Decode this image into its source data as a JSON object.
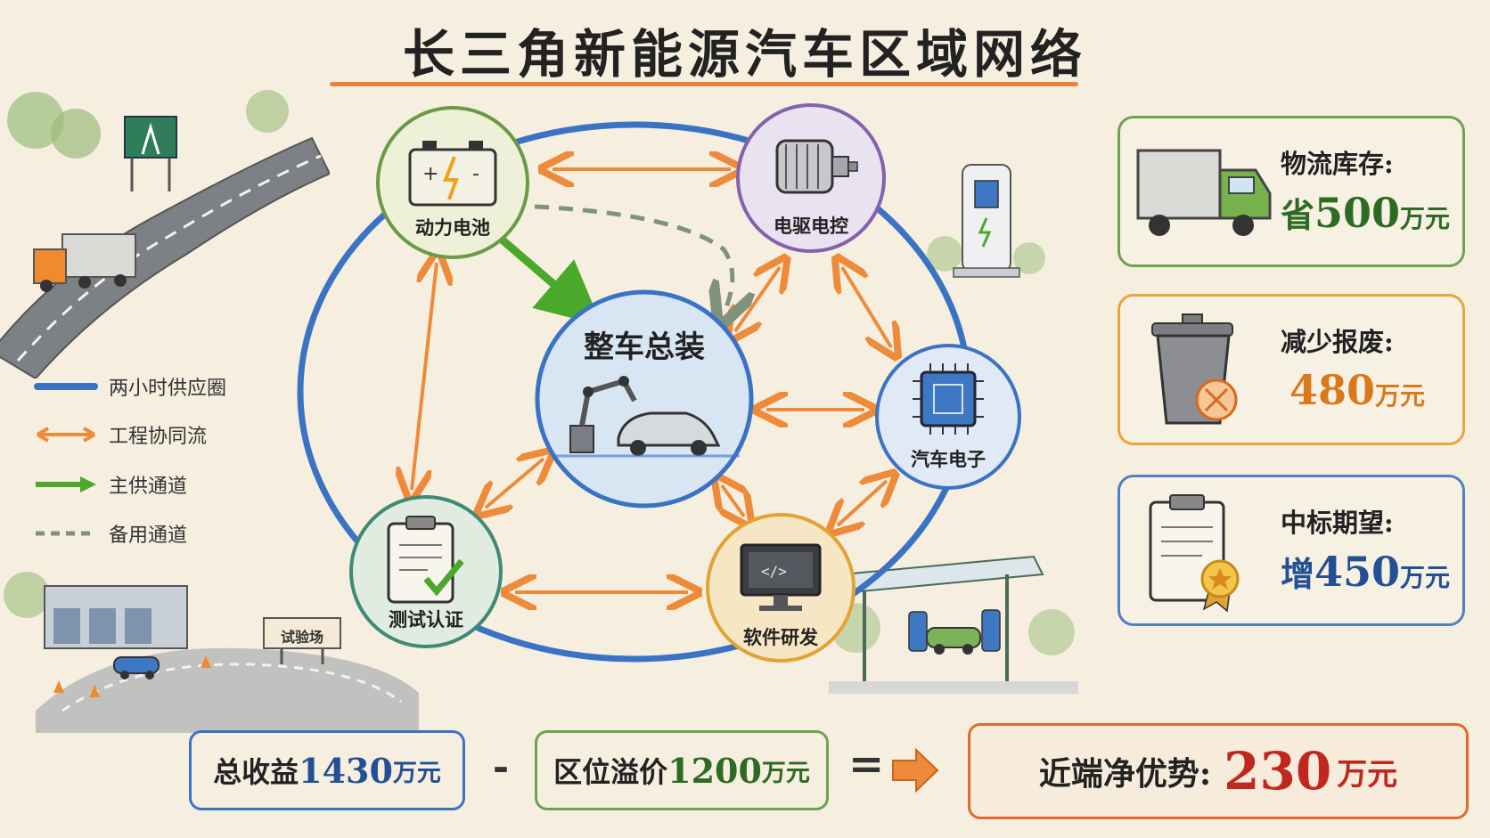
{
  "title": "长三角新能源汽车区域网络",
  "nodes": {
    "battery": "动力电池",
    "motor": "电驱电控",
    "center": "整车总装",
    "electronics": "汽车电子",
    "software": "软件研发",
    "testing": "测试认证"
  },
  "legend": [
    {
      "label": "两小时供应圈",
      "color": "#3a73c4"
    },
    {
      "label": "工程协同流",
      "color": "#ee8b3a"
    },
    {
      "label": "主供通道",
      "color": "#4aa82a"
    },
    {
      "label": "备用通道",
      "color": "#7f937a"
    }
  ],
  "sign_label": "试验场",
  "cards": [
    {
      "title": "物流库存:",
      "prefix": "省",
      "number": "500",
      "unit": "万元",
      "color": "#6fa154",
      "value_color": "#2e6b22"
    },
    {
      "title": "减少报废:",
      "prefix": "",
      "number": "480",
      "unit": "万元",
      "color": "#eea23a",
      "value_color": "#d9791c"
    },
    {
      "title": "中标期望:",
      "prefix": "增",
      "number": "450",
      "unit": "万元",
      "color": "#4f7fc4",
      "value_color": "#234f95"
    }
  ],
  "bottom": {
    "total_label": "总收益",
    "total_number": "1430",
    "total_unit": "万元",
    "minus": "-",
    "premium_label": "区位溢价",
    "premium_number": "1200",
    "premium_unit": "万元",
    "equals": "=",
    "net_label": "近端净优势:",
    "net_number": "230",
    "net_unit": "万元"
  },
  "colors": {
    "ring": "#3a73c4",
    "collab": "#ee8b3a",
    "main_supply": "#4aa82a",
    "backup": "#7f937a",
    "net_value": "#c0271e"
  }
}
